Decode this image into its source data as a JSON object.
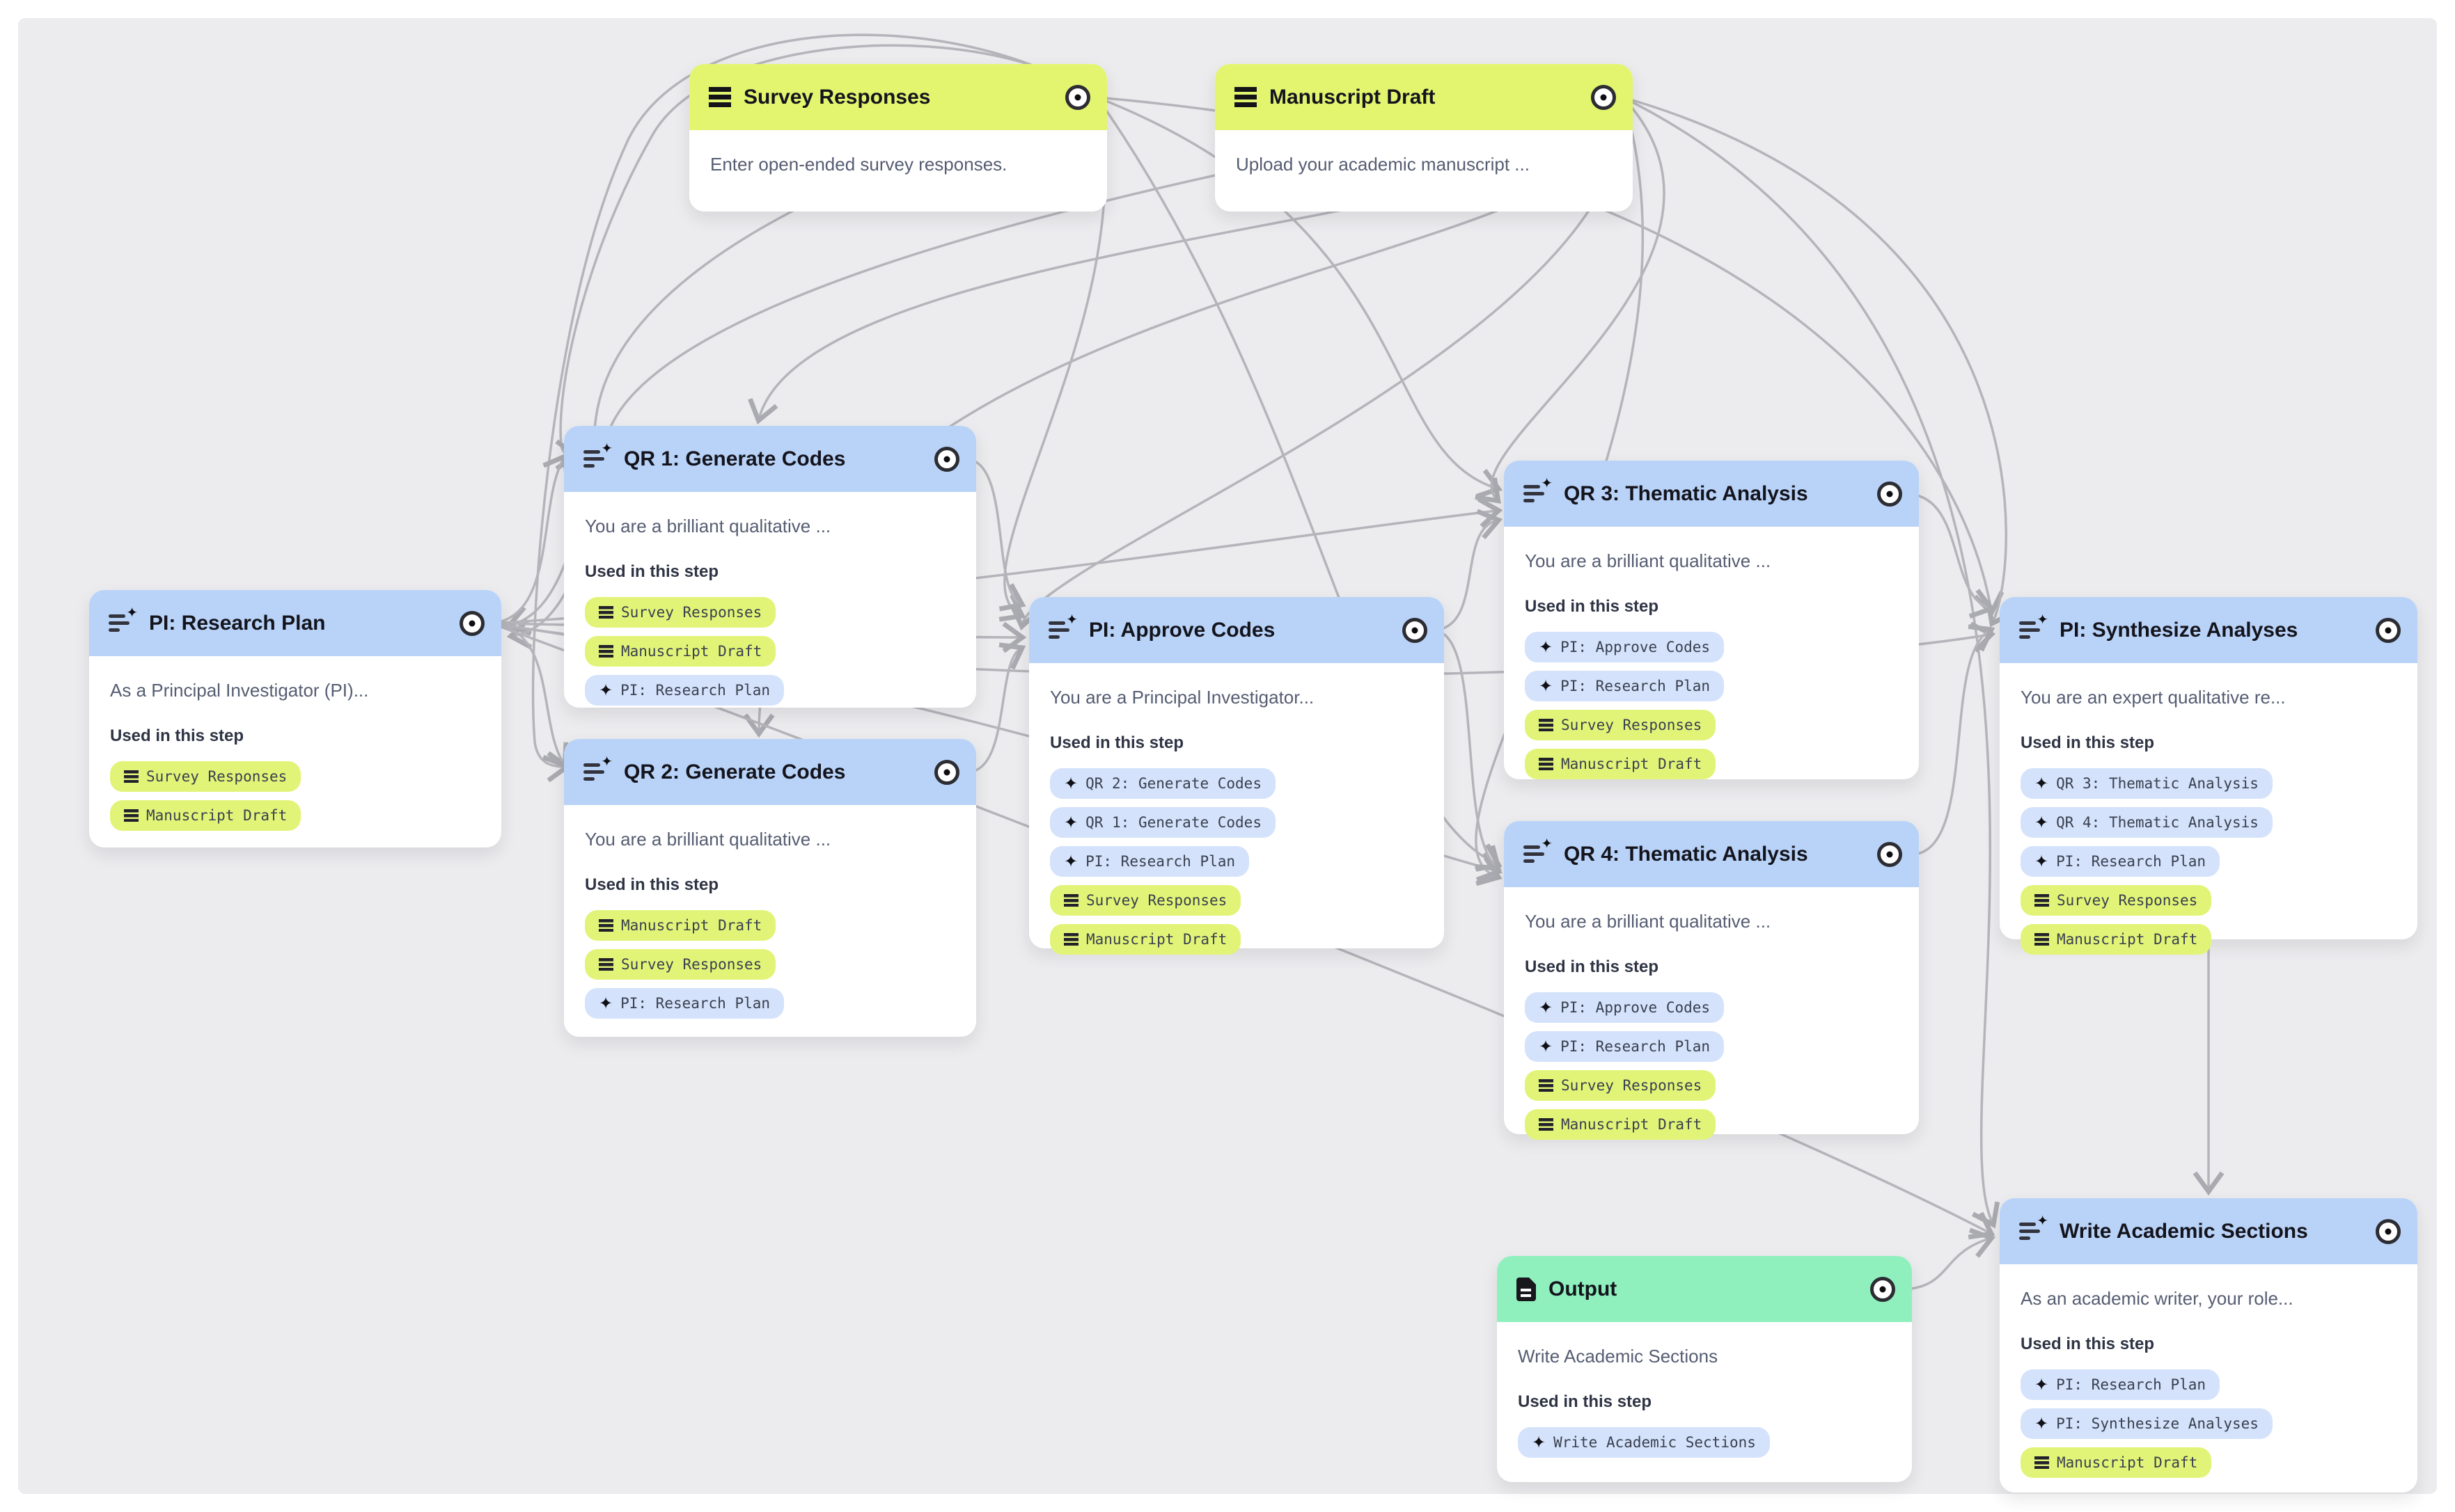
{
  "colors": {
    "canvas_bg": "#ececee",
    "data_header": "#e3f56f",
    "prompt_header": "#b9d3f8",
    "output_header": "#8ff0bd",
    "chip_data_bg": "#e2f478",
    "chip_prompt_bg": "#d4e2fb",
    "edge": "#b4b4ba"
  },
  "used_label": "Used in this step",
  "nodes": [
    {
      "id": "survey_responses",
      "type": "data",
      "title": "Survey Responses",
      "description": "Enter open-ended survey responses.",
      "chips": []
    },
    {
      "id": "manuscript_draft",
      "type": "data",
      "title": "Manuscript Draft",
      "description": "Upload your academic manuscript ...",
      "chips": []
    },
    {
      "id": "qr1",
      "type": "prompt",
      "title": "QR 1: Generate Codes",
      "description": "You are a brilliant qualitative ...",
      "used_label": "Used in this step",
      "chips": [
        {
          "label": "Survey Responses",
          "kind": "data"
        },
        {
          "label": "Manuscript Draft",
          "kind": "data"
        },
        {
          "label": "PI: Research Plan",
          "kind": "prompt"
        }
      ]
    },
    {
      "id": "pi_research_plan",
      "type": "prompt",
      "title": "PI: Research Plan",
      "description": "As a Principal Investigator (PI)...",
      "used_label": "Used in this step",
      "chips": [
        {
          "label": "Survey Responses",
          "kind": "data"
        },
        {
          "label": "Manuscript Draft",
          "kind": "data"
        }
      ]
    },
    {
      "id": "qr2",
      "type": "prompt",
      "title": "QR 2: Generate Codes",
      "description": "You are a brilliant qualitative ...",
      "used_label": "Used in this step",
      "chips": [
        {
          "label": "Manuscript Draft",
          "kind": "data"
        },
        {
          "label": "Survey Responses",
          "kind": "data"
        },
        {
          "label": "PI: Research Plan",
          "kind": "prompt"
        }
      ]
    },
    {
      "id": "pi_approve_codes",
      "type": "prompt",
      "title": "PI: Approve Codes",
      "description": "You are a Principal Investigator...",
      "used_label": "Used in this step",
      "chips": [
        {
          "label": "QR 2: Generate Codes",
          "kind": "prompt"
        },
        {
          "label": "QR 1: Generate Codes",
          "kind": "prompt"
        },
        {
          "label": "PI: Research Plan",
          "kind": "prompt"
        },
        {
          "label": "Survey Responses",
          "kind": "data"
        },
        {
          "label": "Manuscript Draft",
          "kind": "data"
        }
      ]
    },
    {
      "id": "qr3",
      "type": "prompt",
      "title": "QR 3: Thematic Analysis",
      "description": "You are a brilliant qualitative ...",
      "used_label": "Used in this step",
      "chips": [
        {
          "label": "PI: Approve Codes",
          "kind": "prompt"
        },
        {
          "label": "PI: Research Plan",
          "kind": "prompt"
        },
        {
          "label": "Survey Responses",
          "kind": "data"
        },
        {
          "label": "Manuscript Draft",
          "kind": "data"
        }
      ]
    },
    {
      "id": "qr4",
      "type": "prompt",
      "title": "QR 4: Thematic Analysis",
      "description": "You are a brilliant qualitative ...",
      "used_label": "Used in this step",
      "chips": [
        {
          "label": "PI: Approve Codes",
          "kind": "prompt"
        },
        {
          "label": "PI: Research Plan",
          "kind": "prompt"
        },
        {
          "label": "Survey Responses",
          "kind": "data"
        },
        {
          "label": "Manuscript Draft",
          "kind": "data"
        }
      ]
    },
    {
      "id": "pi_synthesize",
      "type": "prompt",
      "title": "PI: Synthesize Analyses",
      "description": "You are an expert qualitative re...",
      "used_label": "Used in this step",
      "chips": [
        {
          "label": "QR 3: Thematic Analysis",
          "kind": "prompt"
        },
        {
          "label": "QR 4: Thematic Analysis",
          "kind": "prompt"
        },
        {
          "label": "PI: Research Plan",
          "kind": "prompt"
        },
        {
          "label": "Survey Responses",
          "kind": "data"
        },
        {
          "label": "Manuscript Draft",
          "kind": "data"
        }
      ]
    },
    {
      "id": "output",
      "type": "output",
      "title": "Output",
      "description": "Write Academic Sections",
      "used_label": "Used in this step",
      "chips": [
        {
          "label": "Write Academic Sections",
          "kind": "prompt"
        }
      ]
    },
    {
      "id": "write_academic",
      "type": "prompt",
      "title": "Write Academic Sections",
      "description": "As an academic writer, your role...",
      "used_label": "Used in this step",
      "chips": [
        {
          "label": "PI: Research Plan",
          "kind": "prompt"
        },
        {
          "label": "PI: Synthesize Analyses",
          "kind": "prompt"
        },
        {
          "label": "Manuscript Draft",
          "kind": "data"
        }
      ]
    }
  ],
  "edges": [
    {
      "from": "survey_responses",
      "to": "qr1"
    },
    {
      "from": "survey_responses",
      "to": "qr2"
    },
    {
      "from": "survey_responses",
      "to": "pi_research_plan"
    },
    {
      "from": "survey_responses",
      "to": "pi_approve_codes"
    },
    {
      "from": "survey_responses",
      "to": "qr3"
    },
    {
      "from": "survey_responses",
      "to": "qr4"
    },
    {
      "from": "survey_responses",
      "to": "pi_synthesize"
    },
    {
      "from": "manuscript_draft",
      "to": "qr1"
    },
    {
      "from": "manuscript_draft",
      "to": "qr2"
    },
    {
      "from": "manuscript_draft",
      "to": "pi_research_plan"
    },
    {
      "from": "manuscript_draft",
      "to": "pi_approve_codes"
    },
    {
      "from": "manuscript_draft",
      "to": "qr3"
    },
    {
      "from": "manuscript_draft",
      "to": "qr4"
    },
    {
      "from": "manuscript_draft",
      "to": "pi_synthesize"
    },
    {
      "from": "manuscript_draft",
      "to": "write_academic"
    },
    {
      "from": "pi_research_plan",
      "to": "qr1"
    },
    {
      "from": "pi_research_plan",
      "to": "qr2"
    },
    {
      "from": "pi_research_plan",
      "to": "pi_approve_codes"
    },
    {
      "from": "pi_research_plan",
      "to": "qr3"
    },
    {
      "from": "pi_research_plan",
      "to": "qr4"
    },
    {
      "from": "pi_research_plan",
      "to": "pi_synthesize"
    },
    {
      "from": "pi_research_plan",
      "to": "write_academic"
    },
    {
      "from": "qr1",
      "to": "pi_approve_codes"
    },
    {
      "from": "qr2",
      "to": "pi_approve_codes"
    },
    {
      "from": "pi_approve_codes",
      "to": "qr3"
    },
    {
      "from": "pi_approve_codes",
      "to": "qr4"
    },
    {
      "from": "qr3",
      "to": "pi_synthesize"
    },
    {
      "from": "qr4",
      "to": "pi_synthesize"
    },
    {
      "from": "pi_synthesize",
      "to": "write_academic"
    },
    {
      "from": "output",
      "to": "write_academic"
    }
  ]
}
